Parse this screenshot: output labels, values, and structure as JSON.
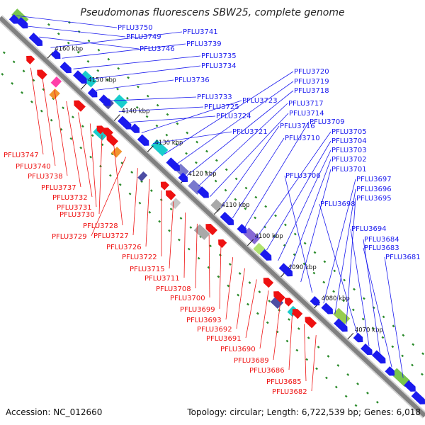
{
  "title": "Pseudomonas fluorescens SBW25, complete genome",
  "accession": "Accession: NC_012660",
  "topology": "Topology: circular; Length: 6,722,539 bp; Genes: 6,018",
  "colors": {
    "forward": "#1a1aee",
    "reverse": "#ee1111",
    "backbone": "#808080",
    "cds_dots": "#2a8a2a"
  },
  "ticks": [
    "4160 kbp",
    "4150 kbp",
    "4140 kbp",
    "4130 kbp",
    "4120 kbp",
    "4110 kbp",
    "4100 kbp",
    "4090 kbp",
    "4080 kbp",
    "4070 kbp"
  ],
  "forward_labels": [
    "PFLU3750",
    "PFLU3749",
    "PFLU3746",
    "PFLU3741",
    "PFLU3739",
    "PFLU3735",
    "PFLU3734",
    "PFLU3736",
    "PFLU3733",
    "PFLU3725",
    "PFLU3724",
    "PFLU3723",
    "PFLU3721",
    "PFLU3720",
    "PFLU3719",
    "PFLU3718",
    "PFLU3717",
    "PFLU3714",
    "PFLU3716",
    "PFLU3710",
    "PFLU3709",
    "PFLU3705",
    "PFLU3704",
    "PFLU3703",
    "PFLU3702",
    "PFLU3701",
    "PFLU3706",
    "PFLU3697",
    "PFLU3696",
    "PFLU3695",
    "PFLU3698",
    "PFLU3694",
    "PFLU3684",
    "PFLU3683",
    "PFLU3681"
  ],
  "reverse_labels": [
    "PFLU3747",
    "PFLU3740",
    "PFLU3738",
    "PFLU3737",
    "PFLU3732",
    "PFLU3731",
    "PFLU3730",
    "PFLU3728",
    "PFLU3729",
    "PFLU3727",
    "PFLU3726",
    "PFLU3722",
    "PFLU3715",
    "PFLU3711",
    "PFLU3708",
    "PFLU3700",
    "PFLU3699",
    "PFLU3693",
    "PFLU3692",
    "PFLU3691",
    "PFLU3690",
    "PFLU3689",
    "PFLU3686",
    "PFLU3685",
    "PFLU3682"
  ]
}
